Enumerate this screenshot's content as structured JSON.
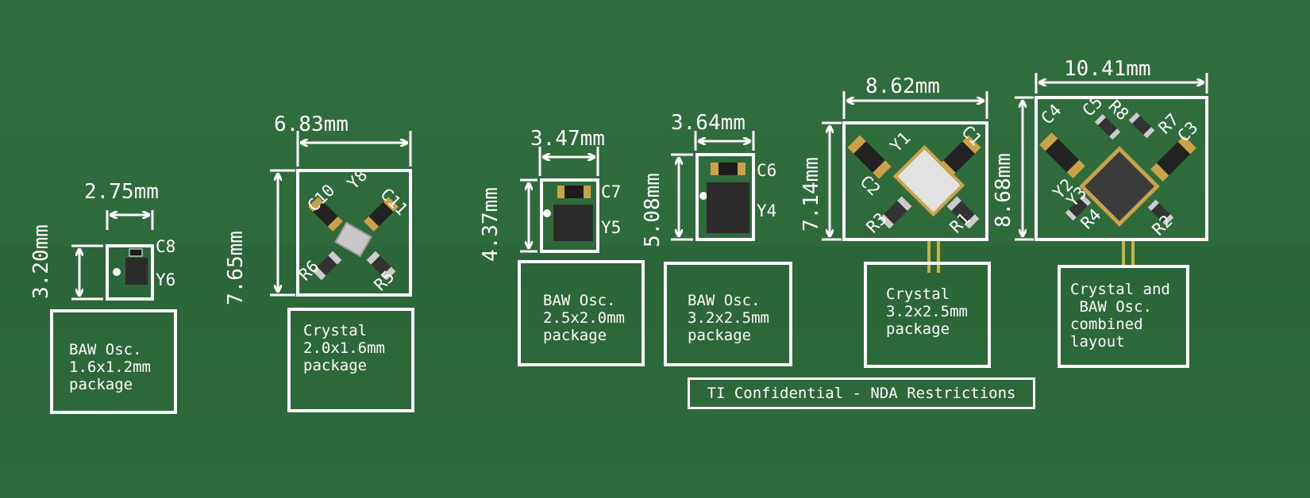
{
  "footprints": [
    {
      "width_dim": "2.75mm",
      "height_dim": "3.20mm",
      "refs": [
        "C8",
        "Y6"
      ],
      "label": "BAW Osc.\n1.6x1.2mm\npackage"
    },
    {
      "width_dim": "6.83mm",
      "height_dim": "7.65mm",
      "refs": [
        "C10",
        "Y8",
        "C11",
        "R6",
        "R5"
      ],
      "label": "Crystal\n2.0x1.6mm\npackage"
    },
    {
      "width_dim": "3.47mm",
      "height_dim": "4.37mm",
      "refs": [
        "C7",
        "Y5"
      ],
      "label": "BAW Osc.\n2.5x2.0mm\npackage"
    },
    {
      "width_dim": "3.64mm",
      "height_dim": "5.08mm",
      "refs": [
        "C6",
        "Y4"
      ],
      "label": "BAW Osc.\n3.2x2.5mm\npackage"
    },
    {
      "width_dim": "8.62mm",
      "height_dim": "7.14mm",
      "refs": [
        "C2",
        "Y1",
        "C1",
        "R3",
        "R1"
      ],
      "label": "Crystal\n3.2x2.5mm\npackage"
    },
    {
      "width_dim": "10.41mm",
      "height_dim": "8.68mm",
      "refs": [
        "C4",
        "C5",
        "R8",
        "R7",
        "C3",
        "Y2",
        "Y3",
        "R4",
        "R2"
      ],
      "label": "Crystal and\n BAW Osc.\ncombined\nlayout"
    }
  ],
  "notice": "TI Confidential - NDA Restrictions"
}
